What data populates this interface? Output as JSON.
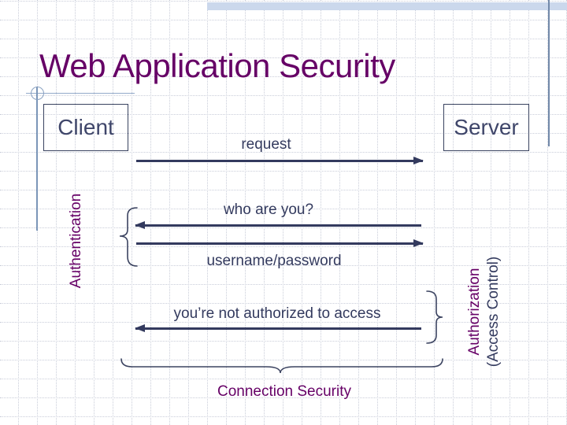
{
  "slide": {
    "title": "Web Application Security",
    "nodes": {
      "client": "Client",
      "server": "Server"
    },
    "messages": [
      {
        "label": "request",
        "direction": "client-to-server"
      },
      {
        "label": "who are you?",
        "direction": "server-to-client"
      },
      {
        "label": "username/password",
        "direction": "client-to-server"
      },
      {
        "label": "you’re not authorized to access",
        "direction": "server-to-client"
      }
    ],
    "groups": {
      "authentication": "Authentication",
      "authorization_line1": "Authorization",
      "authorization_line2": "(Access Control)",
      "connection_security": "Connection Security"
    },
    "colors": {
      "title_purple": "#660066",
      "diagram_navy": "#333A5E",
      "template_line_blue": "#7B96B8",
      "accent_band_blue": "#CBD8EC"
    }
  }
}
